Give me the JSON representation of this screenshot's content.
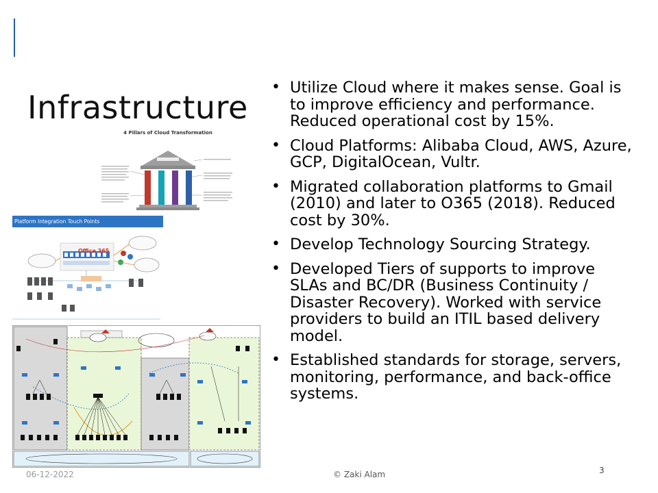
{
  "slide": {
    "title": "Infrastructure",
    "slide_number": "3",
    "accent_color": "#1f5fa8"
  },
  "bullets": [
    "Utilize Cloud where it makes sense.  Goal is to improve efficiency and performance.  Reduced operational cost by 15%.",
    "Cloud Platforms: Alibaba Cloud, AWS, Azure, GCP, DigitalOcean, Vultr.",
    "Migrated collaboration platforms to Gmail (2010) and later to O365 (2018).  Reduced cost by 30%.",
    "Develop Technology Sourcing Strategy.",
    "Developed Tiers of supports to improve SLAs and BC/DR (Business Continuity / Disaster Recovery).   Worked with service providers to build an ITIL based delivery model.",
    "Established standards for storage, servers, monitoring, performance, and back-office systems."
  ],
  "images": {
    "pillars": {
      "title": "4 Pillars of Cloud Transformation",
      "header_color": "#2e74c4"
    },
    "integration": {
      "header": "Platform Integration Touch Points",
      "center_label": "Office 365"
    },
    "network": {
      "icon": "network-diagram-image"
    }
  },
  "footer": {
    "date": "06-12-2022",
    "copyright": "© Zaki Alam"
  }
}
